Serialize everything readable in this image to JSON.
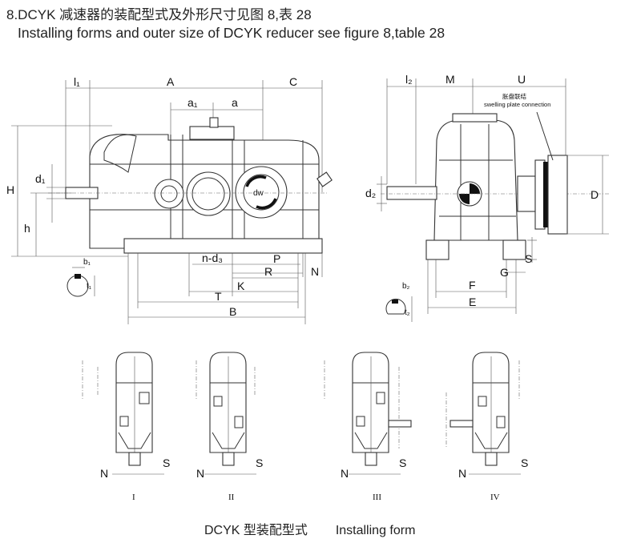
{
  "header": {
    "line1": "8.DCYK 减速器的装配型式及外形尺寸见图 8,表 28",
    "line2": "Installing forms and outer size of DCYK reducer see figure 8,table 28"
  },
  "front_view": {
    "dims": {
      "l1": "l₁",
      "A": "A",
      "C": "C",
      "a1": "a₁",
      "a": "a",
      "H": "H",
      "h": "h",
      "d1": "d₁",
      "dw": "dw",
      "n_d3": "n-d₃",
      "P": "P",
      "R": "R",
      "N": "N",
      "K": "K",
      "T": "T",
      "B": "B",
      "b1": "b₁",
      "t1": "t₁"
    }
  },
  "side_view": {
    "dims": {
      "l2": "l₂",
      "M": "M",
      "U": "U",
      "d2": "d₂",
      "D": "D",
      "S": "S",
      "G": "G",
      "F": "F",
      "E": "E",
      "b2": "b₂",
      "t2": "t₂"
    },
    "note_cn": "胀盘联结",
    "note_en": "swelling plate connection"
  },
  "forms": [
    {
      "roman": "I",
      "n": "N",
      "s": "S"
    },
    {
      "roman": "II",
      "n": "N",
      "s": "S"
    },
    {
      "roman": "III",
      "n": "N",
      "s": "S"
    },
    {
      "roman": "IV",
      "n": "N",
      "s": "S"
    }
  ],
  "caption": {
    "cn": "DCYK 型装配型式",
    "en": "Installing form"
  }
}
